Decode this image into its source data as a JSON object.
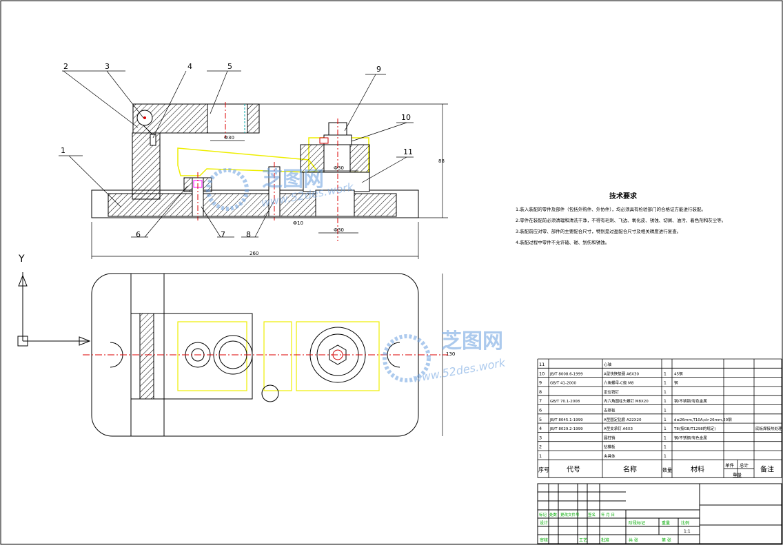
{
  "drawing": {
    "dimensions": {
      "height_side": "88",
      "length_total": "260",
      "width_top": "130",
      "bore_top": "Ф30",
      "bore_center": "Ф30",
      "bore_bottom": "Ф30",
      "pin_dim": "Ф10"
    },
    "balloons": [
      "1",
      "2",
      "3",
      "4",
      "5",
      "6",
      "7",
      "8",
      "9",
      "10",
      "11"
    ],
    "axis_label": "Y",
    "watermark": {
      "cn": "芝图网",
      "en": "www.52des.work"
    }
  },
  "tech": {
    "title": "技术要求",
    "lines": [
      "1.装入装配的零件及部件（包括外购件、外协件），均必须具有检验部门的合格证方能进行装配。",
      "2.零件在装配前必须清理和清洗干净，不得有毛刺、飞边、氧化皮、锈蚀、切屑、油污、着色剂和灰尘等。",
      "3.装配前应对零、部件的主要配合尺寸，特别是过盈配合尺寸及相关精度进行复查。",
      "4.装配过程中零件不允许磕、碰、划伤和锈蚀。"
    ]
  },
  "bom": {
    "rows": [
      {
        "no": "11",
        "code": "",
        "name": "心轴",
        "qty": "",
        "mat": ""
      },
      {
        "no": "10",
        "code": "JB/T 8008.6-1999",
        "name": "A型快换垫圈 A6X30",
        "qty": "1",
        "mat": "45钢"
      },
      {
        "no": "9",
        "code": "GB/T 41-2000",
        "name": "六角螺母-C级 M8",
        "qty": "1",
        "mat": "钢"
      },
      {
        "no": "8",
        "code": "",
        "name": "定位销钉",
        "qty": "1",
        "mat": ""
      },
      {
        "no": "7",
        "code": "GB/T 70.1-2008",
        "name": "内六角圆柱头螺钉 M8X20",
        "qty": "1",
        "mat": "钢/不锈钢/有色金属"
      },
      {
        "no": "6",
        "code": "",
        "name": "支撑板",
        "qty": "1",
        "mat": ""
      },
      {
        "no": "5",
        "code": "JB/T 8045.1-1999",
        "name": "A型固定钻套 A22X20",
        "qty": "1",
        "mat": "d≤26mm,T10A;d>26mm,20钢"
      },
      {
        "no": "4",
        "code": "JB/T 8029.2-1999",
        "name": "A型支承钉 A6X3",
        "qty": "1",
        "mat": "T8(按GB/T1298的规定)"
      },
      {
        "no": "3",
        "code": "",
        "name": "圆柱销",
        "qty": "1",
        "mat": "钢/不锈钢/有色金属"
      },
      {
        "no": "2",
        "code": "",
        "name": "钻模板",
        "qty": "1",
        "mat": ""
      },
      {
        "no": "1",
        "code": "",
        "name": "夹具体",
        "qty": "1",
        "mat": ""
      }
    ],
    "header": {
      "no": "序号",
      "code": "代号",
      "name": "名称",
      "qty": "数量",
      "mat": "材料",
      "single": "单件",
      "total": "总计",
      "weight": "重量",
      "note": "备注"
    },
    "note_side": "底板焊接热处理"
  },
  "titleblock": {
    "labels": [
      "标记",
      "处数",
      "更改文件号",
      "签名",
      "年 月 日"
    ],
    "design": "设计",
    "check": "审核",
    "craft": "工艺",
    "approve": "批准",
    "stage": "阶段标记",
    "weight": "重量",
    "scale": "比例",
    "scale_val": "1:1",
    "sheets": "共 张",
    "sheet": "第 张"
  }
}
